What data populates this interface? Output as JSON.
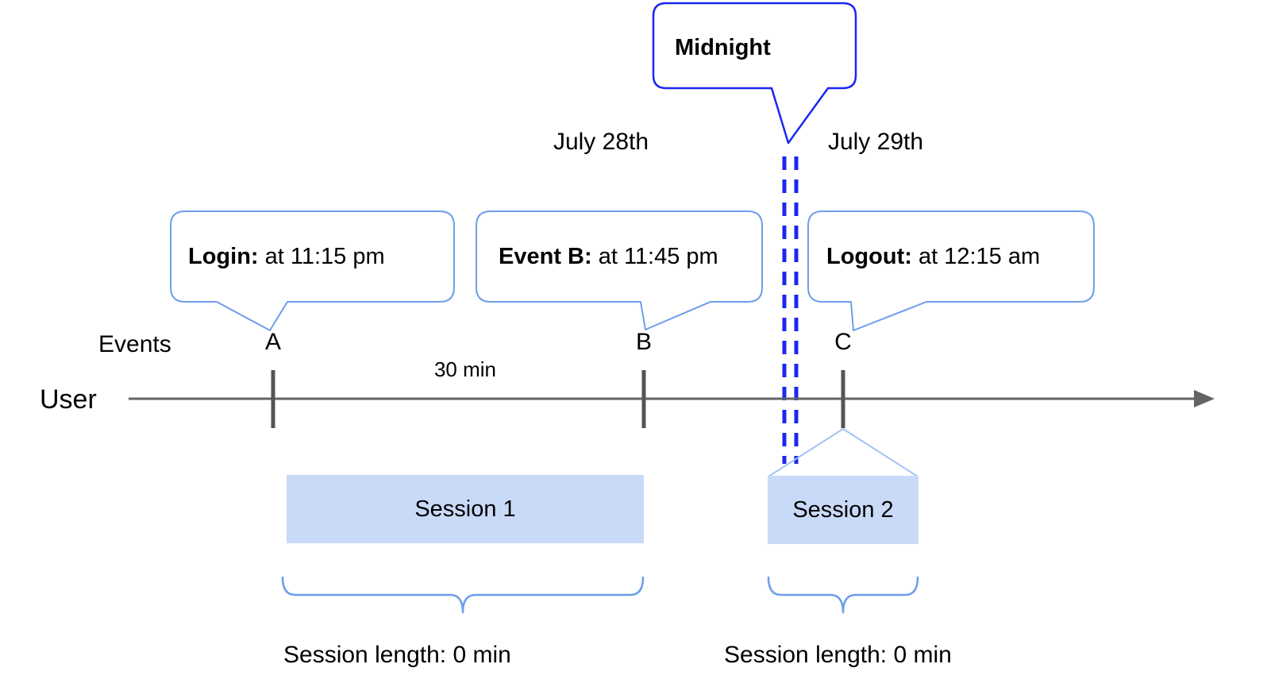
{
  "colors": {
    "callout_border": "#6d9eeb",
    "strong_blue": "#1b27ee",
    "connector_blue": "#a4c2f4",
    "session_fill": "#c9daf8",
    "timeline_gray": "#646464"
  },
  "timeline": {
    "events_label": "Events",
    "row_label": "User",
    "interval_label": "30 min"
  },
  "dates": {
    "left": "July 28th",
    "right": "July 29th"
  },
  "midnight": {
    "label": "Midnight"
  },
  "events": [
    {
      "letter": "A",
      "bold": "Login:",
      "rest": " at 11:15 pm"
    },
    {
      "letter": "B",
      "bold": "Event B:",
      "rest": " at 11:45 pm"
    },
    {
      "letter": "C",
      "bold": "Logout:",
      "rest": " at 12:15 am"
    }
  ],
  "sessions": [
    {
      "label": "Session 1",
      "length": "Session length: 0 min"
    },
    {
      "label": "Session 2",
      "length": "Session length: 0 min"
    }
  ]
}
